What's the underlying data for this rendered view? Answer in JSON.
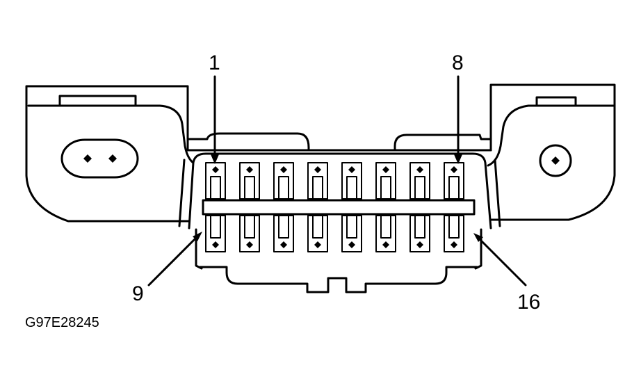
{
  "diagram": {
    "callouts": {
      "pin_1": "1",
      "pin_8": "8",
      "pin_9": "9",
      "pin_16": "16"
    },
    "figure_code": "G97E28245",
    "top_row_pin_count": 8,
    "bottom_row_pin_count": 8
  }
}
